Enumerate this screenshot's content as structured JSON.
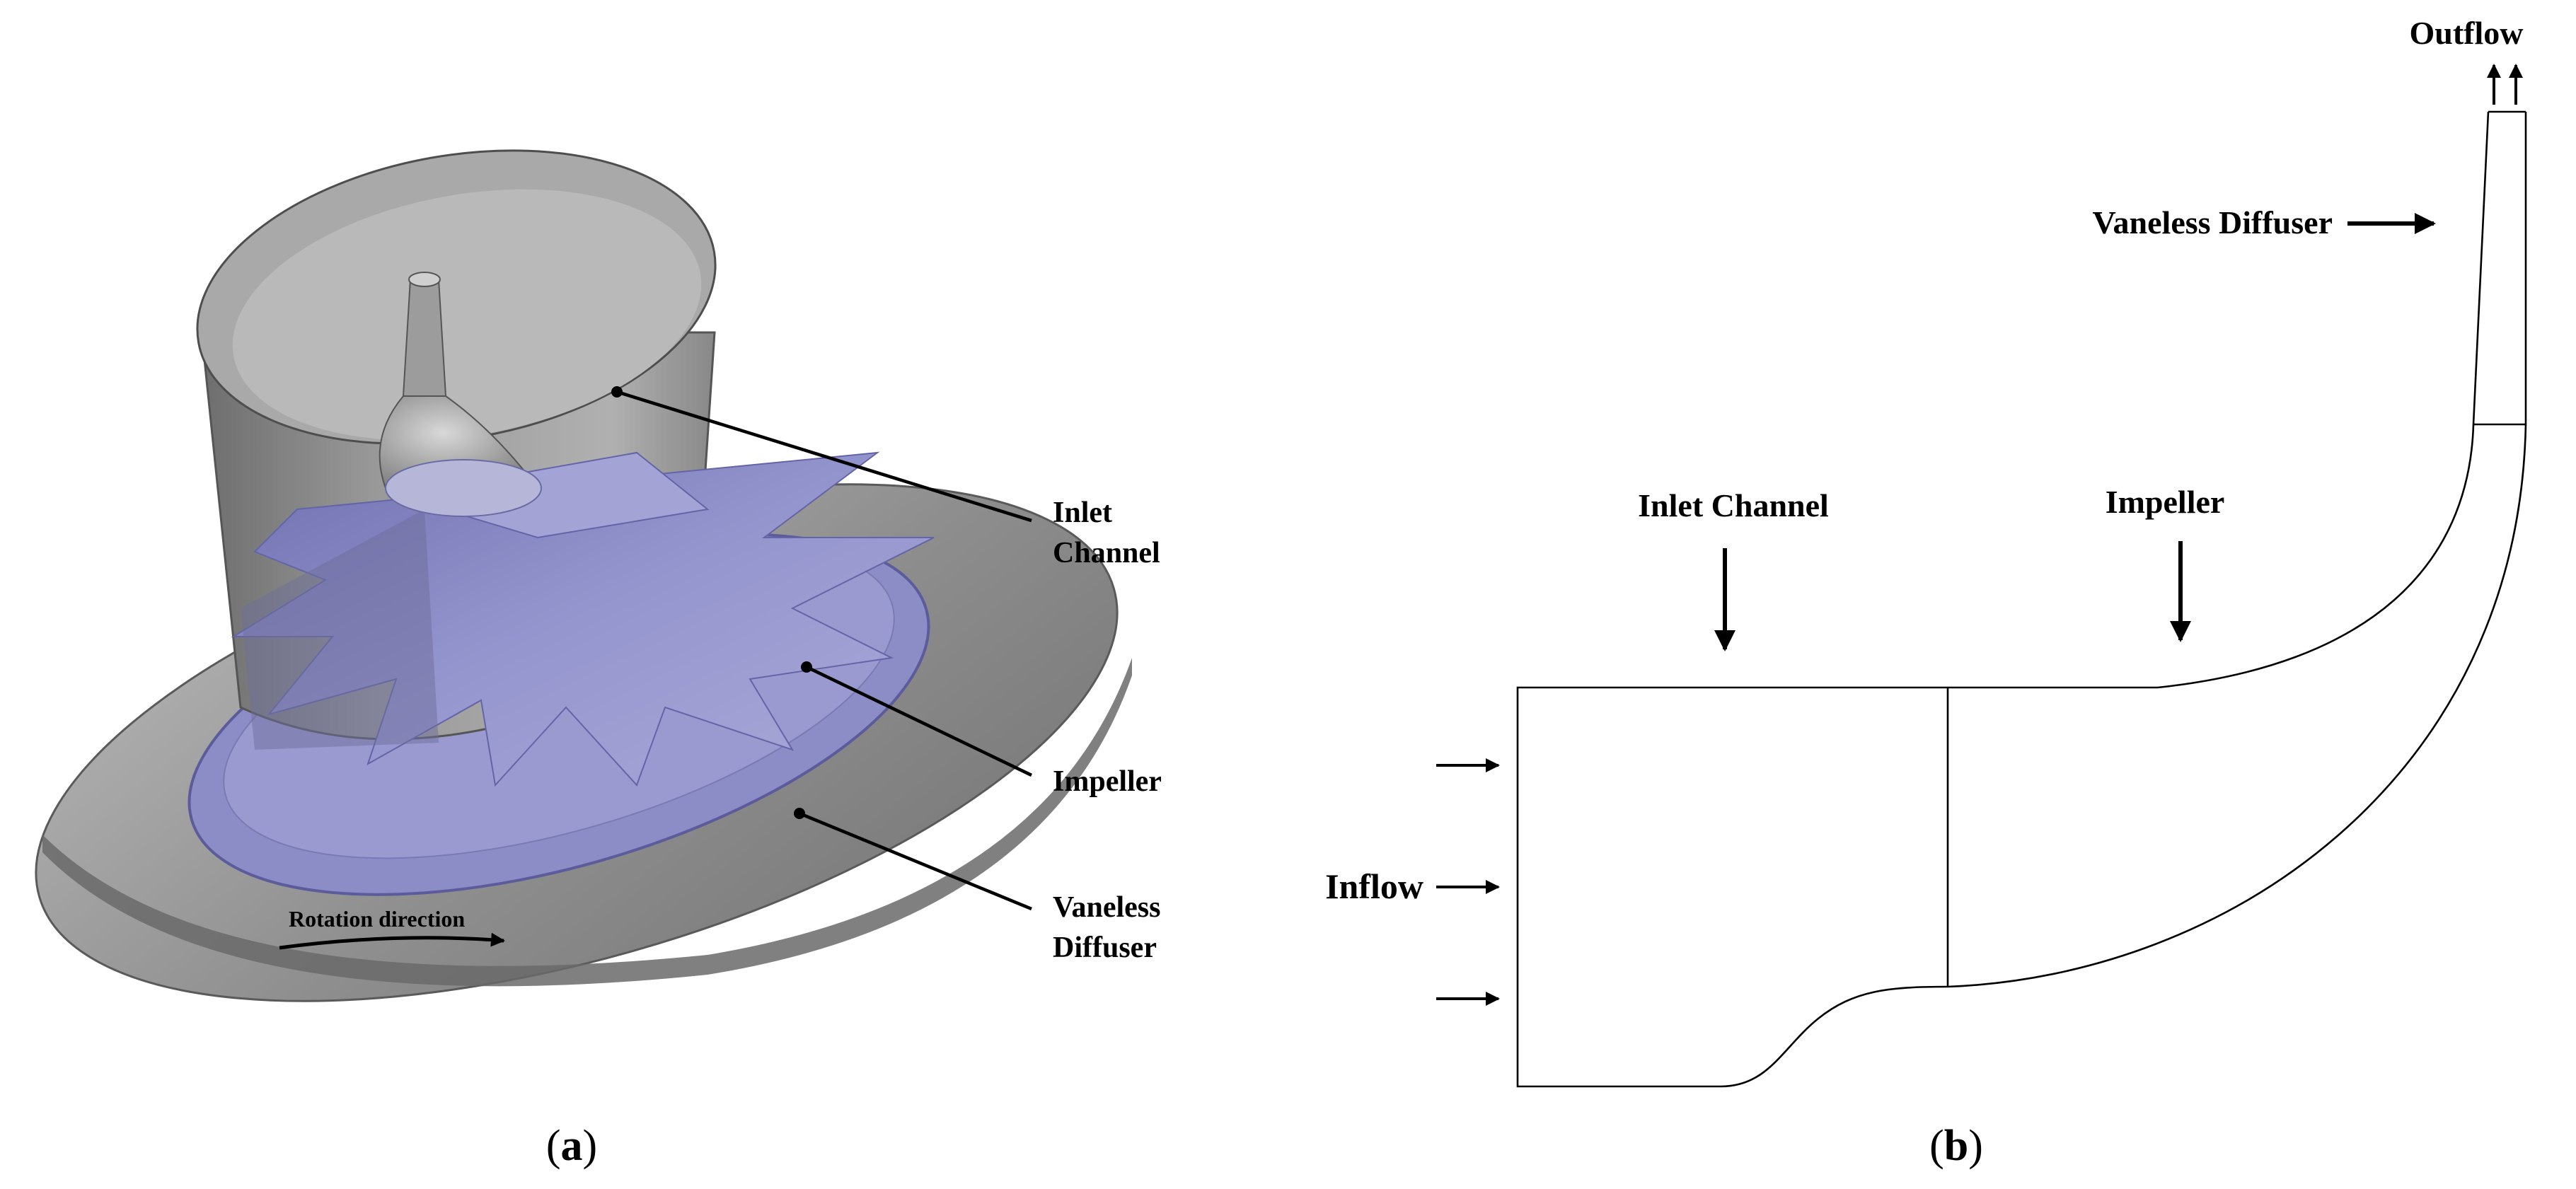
{
  "panel_a": {
    "caption_prefix": "(",
    "caption_letter": "a",
    "caption_suffix": ")",
    "labels": {
      "inlet_channel_line1": "Inlet",
      "inlet_channel_line2": "Channel",
      "impeller": "Impeller",
      "vaneless_diffuser_line1": "Vaneless",
      "vaneless_diffuser_line2": "Diffuser",
      "rotation_direction": "Rotation direction"
    },
    "colors": {
      "housing_gray": "#9a9a9a",
      "impeller_blue": "#8f8fc9",
      "inlet_cylinder": "#8a8a8a"
    }
  },
  "panel_b": {
    "caption_prefix": "(",
    "caption_letter": "b",
    "caption_suffix": ")",
    "labels": {
      "outflow": "Outflow",
      "vaneless_diffuser": "Vaneless Diffuser",
      "inlet_channel": "Inlet Channel",
      "impeller": "Impeller",
      "inflow": "Inflow"
    }
  }
}
